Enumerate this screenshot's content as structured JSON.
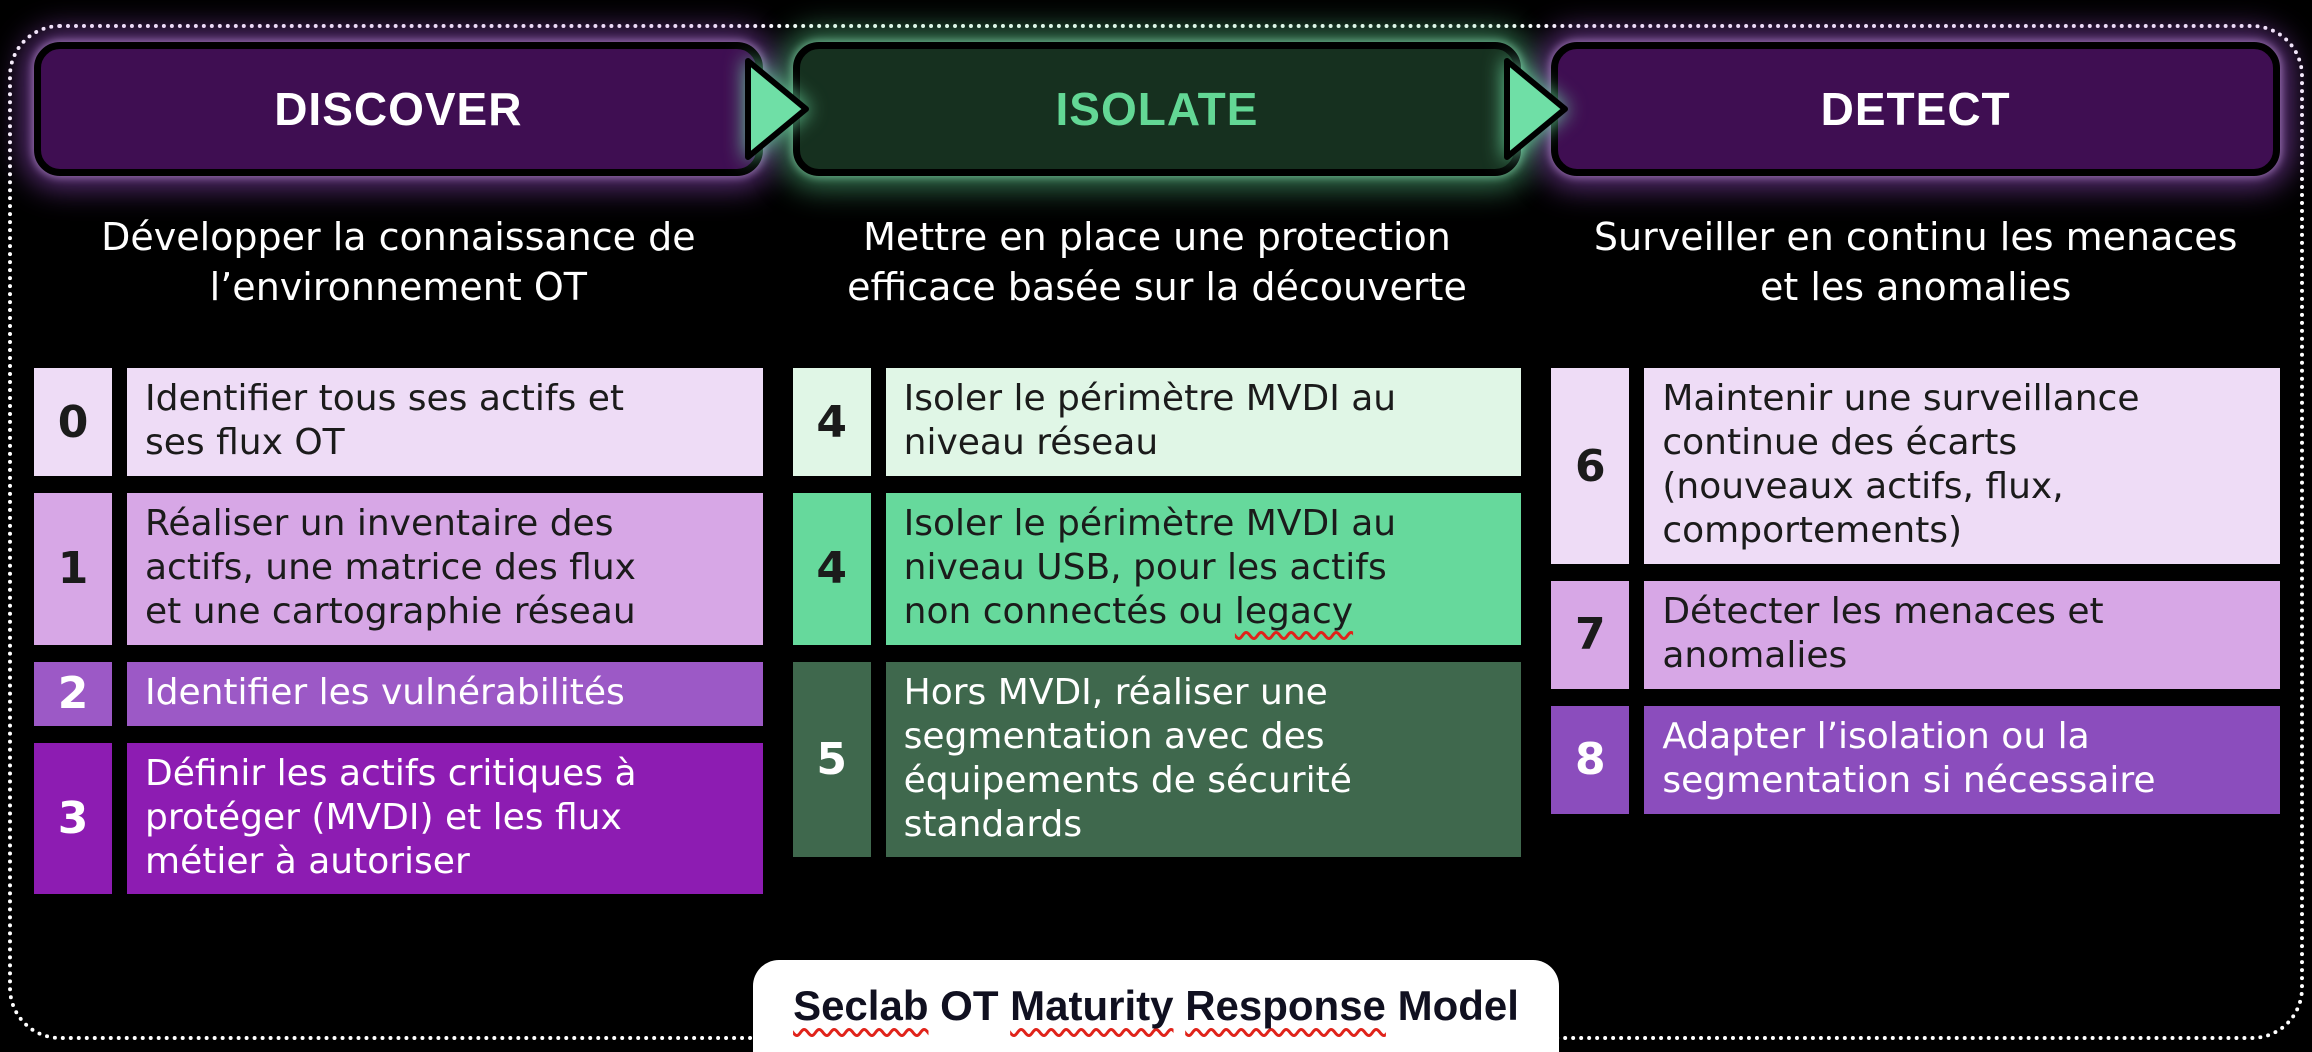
{
  "diagram_title": "Seclab OT Maturity Response Model",
  "palette": {
    "background": "#000000",
    "frame_dotted": "#ffffff",
    "phase_purple_bg": "#3f0e52",
    "phase_purple_glow": "#a855dd",
    "phase_green_bg": "#16301f",
    "phase_green_text": "#63d795",
    "arrow_green": "#6fdfa6",
    "step_lavender_light": "#eedcf6",
    "step_lavender": "#d7a7e6",
    "step_purple_mid": "#9c59c6",
    "step_purple_vivid": "#8d1cb2",
    "step_purple_medium": "#8b4dbd",
    "step_mint_light": "#e0f6e6",
    "step_mint": "#66d99c",
    "step_green_dark": "#3f684d",
    "footer_bg": "#ffffff",
    "footer_text": "#101020",
    "squiggle_red": "#e0231a",
    "text_dark": "#1b1b1b",
    "text_white": "#ffffff"
  },
  "icons": [
    {
      "name": "arrow-right-icon",
      "glyph": "▶",
      "color": "#6fdfa6"
    }
  ],
  "phases": [
    {
      "label": "DISCOVER",
      "description": "Développer la connaissance de\nl’environnement OT",
      "steps": [
        {
          "num": "0",
          "tone": "lavender-light",
          "text": "Identifier tous ses actifs et\nses flux OT"
        },
        {
          "num": "1",
          "tone": "lavender",
          "text": "Réaliser un inventaire des\nactifs, une matrice des flux\net une cartographie réseau"
        },
        {
          "num": "2",
          "tone": "purple-mid",
          "text": "Identifier les vulnérabilités"
        },
        {
          "num": "3",
          "tone": "purple-vivid",
          "text": "Définir les actifs critiques à\nprotéger (MVDI) et les flux\nmétier à autoriser"
        }
      ]
    },
    {
      "label": "ISOLATE",
      "description": "Mettre en place une protection\nefficace basée sur la découverte",
      "steps": [
        {
          "num": "4",
          "tone": "mint-light",
          "text": "Isoler le périmètre MVDI au\nniveau réseau"
        },
        {
          "num": "4",
          "tone": "mint",
          "text": "Isoler le périmètre MVDI au\nniveau USB, pour les actifs\nnon connectés ou ",
          "text_squiggle": "legacy"
        },
        {
          "num": "5",
          "tone": "green-dark",
          "text": "Hors MVDI, réaliser une\nsegmentation avec des\néquipements de sécurité\nstandards"
        }
      ]
    },
    {
      "label": "DETECT",
      "description": "Surveiller en continu les menaces\net les anomalies",
      "steps": [
        {
          "num": "6",
          "tone": "lavender-light",
          "text": "Maintenir une surveillance\ncontinue des écarts\n(nouveaux actifs, flux,\ncomportements)"
        },
        {
          "num": "7",
          "tone": "lavender",
          "text": "Détecter les menaces et\nanomalies"
        },
        {
          "num": "8",
          "tone": "purple-med",
          "text": "Adapter l’isolation ou la\nsegmentation si nécessaire"
        }
      ]
    }
  ],
  "footer": {
    "parts": [
      {
        "text": "Seclab",
        "misspelled": true
      },
      {
        "text": " OT ",
        "misspelled": false
      },
      {
        "text": "Maturity",
        "misspelled": true
      },
      {
        "text": " ",
        "misspelled": false
      },
      {
        "text": "Response",
        "misspelled": true
      },
      {
        "text": " Model",
        "misspelled": false
      }
    ]
  }
}
